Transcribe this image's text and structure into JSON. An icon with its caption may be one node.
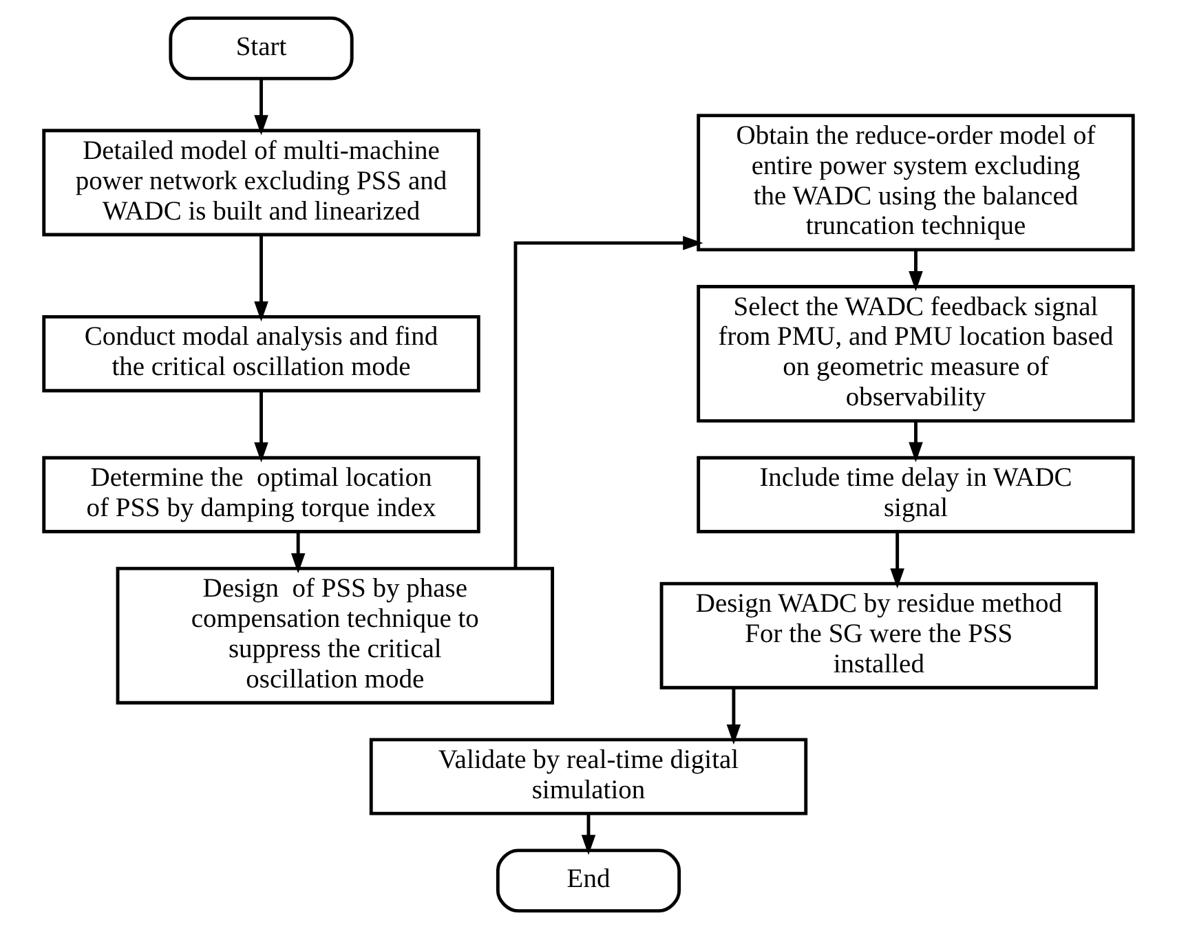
{
  "diagram": {
    "nodes": [
      {
        "text": [
          "Start"
        ]
      },
      {
        "text": [
          "Detailed model of multi-machine power network excluding PSS and WADC is built and linearized"
        ]
      },
      {
        "text": [
          "Conduct modal analysis and find the critical oscillation mode"
        ]
      },
      {
        "text": [
          "Determine the  optimal location of PSS by damping torque index"
        ]
      },
      {
        "text": [
          "Design  of PSS by phase compensation technique to suppress the critical oscillation mode"
        ]
      },
      {
        "text": [
          "Obtain the reduce-order model of entire power system excluding the WADC using the balanced truncation technique"
        ]
      },
      {
        "text": [
          "Select the WADC feedback signal from PMU, and PMU location based on geometric measure of observability"
        ]
      },
      {
        "text": [
          "Include time delay in WADC signal"
        ]
      },
      {
        "text": [
          "Design WADC by residue method For the SG were the PSS installed"
        ]
      },
      {
        "text": [
          "Validate by real-time digital simulation"
        ]
      },
      {
        "text": [
          "End"
        ]
      }
    ],
    "edges": [
      {
        "from": 0,
        "to": 1,
        "arrow": "to"
      },
      {
        "from": 1,
        "to": 2,
        "arrow": "to"
      },
      {
        "from": 2,
        "to": 3,
        "arrow": "to"
      },
      {
        "from": 3,
        "to": 4,
        "arrow": "to"
      },
      {
        "from": 4,
        "to": 5,
        "arrow": "to"
      },
      {
        "from": 5,
        "to": 6,
        "arrow": "to"
      },
      {
        "from": 6,
        "to": 7,
        "arrow": "to"
      },
      {
        "from": 7,
        "to": 8,
        "arrow": "to"
      },
      {
        "from": 8,
        "to": 9,
        "arrow": "to"
      },
      {
        "from": 9,
        "to": 10,
        "arrow": "to"
      }
    ]
  }
}
